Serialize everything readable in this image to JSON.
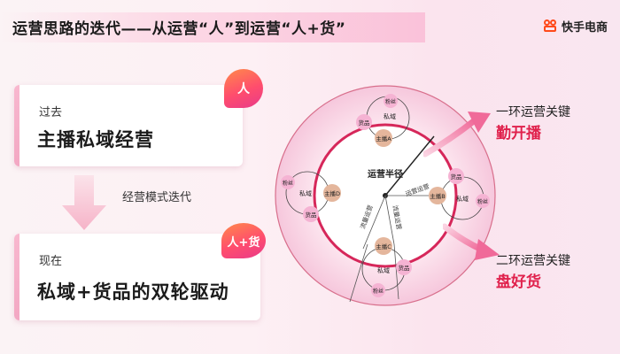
{
  "header": {
    "title": "运营思路的迭代——从运营“人”到运营“人+货”",
    "brand": "快手电商"
  },
  "past": {
    "label": "过去",
    "title": "主播私域经营",
    "badge": "人"
  },
  "iteration_label": "经营模式迭代",
  "present": {
    "label": "现在",
    "title": "私域+货品的双轮驱动",
    "badge": "人+货"
  },
  "diagram": {
    "center_label": "运营半径",
    "spoke_b": "运营运营",
    "spoke_c1": "流量运营",
    "spoke_c2": "流量运营",
    "anchor_a": "主播A",
    "anchor_b": "主播B",
    "anchor_c": "主播C",
    "anchor_d": "主播D",
    "private": "私域",
    "goods": "货品",
    "fans": "粉丝"
  },
  "ring1": {
    "label": "一环运营关键",
    "key": "勤开播"
  },
  "ring2": {
    "label": "二环运营关键",
    "key": "盘好货"
  },
  "colors": {
    "accent_red": "#e0214c",
    "brand_orange": "#ff4a1a",
    "node_pink": "#f5b3d3"
  }
}
